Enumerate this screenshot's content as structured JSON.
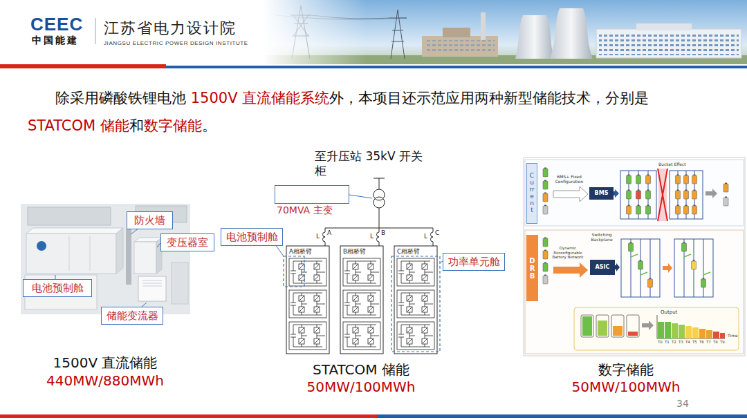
{
  "diagram": {
    "title": "除采用磷酸铁锂电池 1500V 直流储能系统外，本项目还示范应用两种新型储能技术，分别是 STATCOM 储能和数字储能。",
    "nodes": [
      {
        "text": [
          "防火墙"
        ]
      },
      {
        "text": [
          "变压器室"
        ]
      },
      {
        "text": [
          "电池预制舱"
        ]
      },
      {
        "text": [
          "储能变流器"
        ]
      },
      {
        "text": [
          "70MVA 主变"
        ]
      },
      {
        "text": [
          "电池预制舱"
        ]
      },
      {
        "text": [
          "功率单元舱"
        ]
      },
      {
        "text": [
          "Current"
        ]
      },
      {
        "text": [
          "BMS"
        ]
      },
      {
        "text": [
          "DRB"
        ]
      },
      {
        "text": [
          "ASIC"
        ]
      }
    ],
    "labels": [
      "CEEC",
      "中国能建",
      "江苏省电力设计院",
      "JIANGSU ELECTRIC POWER DESIGN INSTITUTE",
      "至升压站 35kV 开关柜",
      "A",
      "B",
      "C",
      "A相桥臂",
      "B相桥臂",
      "C相桥臂",
      "L",
      "L",
      "L",
      "BMS+ Fixed Configuration",
      "Bucket Effect",
      "Switching Backplane",
      "Dynamic Reconfigurable Battery Network",
      "Output",
      "Time",
      "T0",
      "T1",
      "T2",
      "T3",
      "T4",
      "T5",
      "T6",
      "T7",
      "T8",
      "T9",
      "1500V 直流储能",
      "440MW/880MWh",
      "STATCOM 储能",
      "50MW/100MWh",
      "数字储能",
      "50MW/100MWh",
      "34"
    ]
  }
}
